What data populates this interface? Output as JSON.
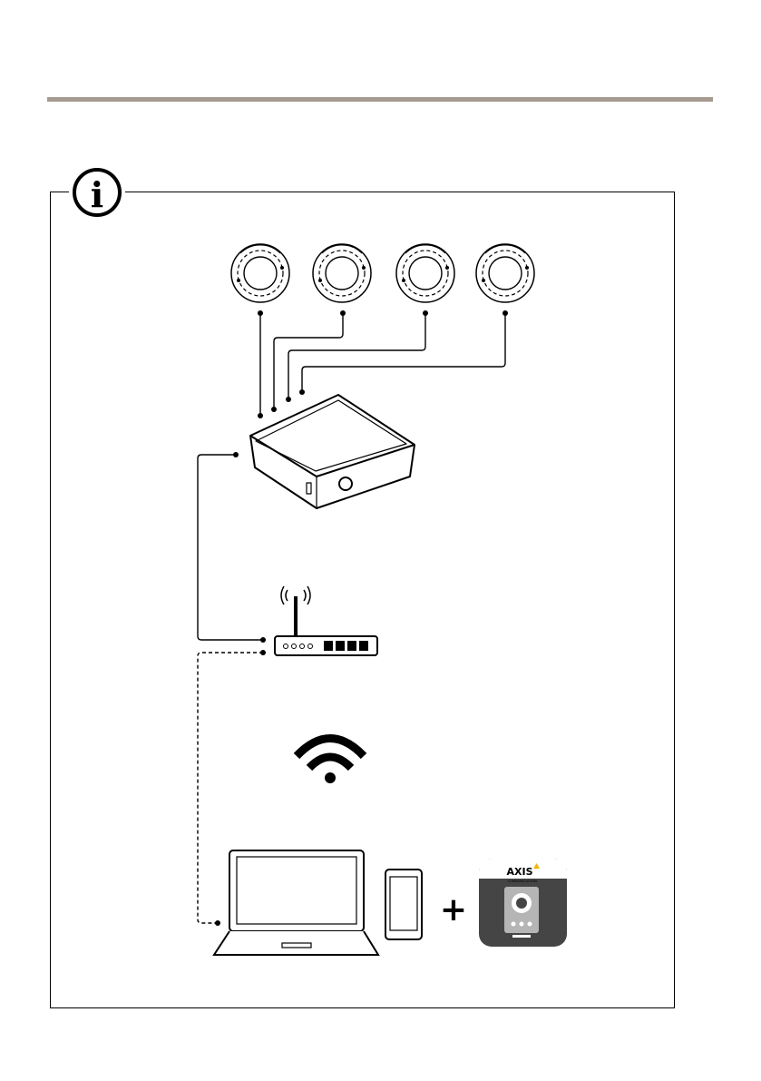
{
  "header": {
    "rule_color": "#A59A8E"
  },
  "info_icon": {
    "glyph": "i"
  },
  "app_icon": {
    "brand": "AXIS",
    "subtitle": "COMMUNICATIONS",
    "accent": "#F3B300"
  },
  "plus_sign": "+"
}
